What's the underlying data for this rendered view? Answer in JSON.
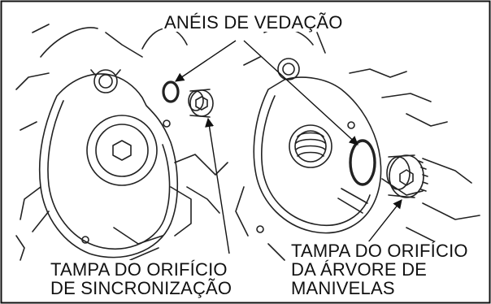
{
  "labels": {
    "seal_rings": "ANÉIS DE VEDAÇÃO",
    "timing_cap_line1": "TAMPA DO ORIFÍCIO",
    "timing_cap_line2": "DE SINCRONIZAÇÃO",
    "crank_cap_line1": "TAMPA DO ORIFÍCIO",
    "crank_cap_line2": "DA ÁRVORE DE",
    "crank_cap_line3": "MANIVELAS"
  }
}
